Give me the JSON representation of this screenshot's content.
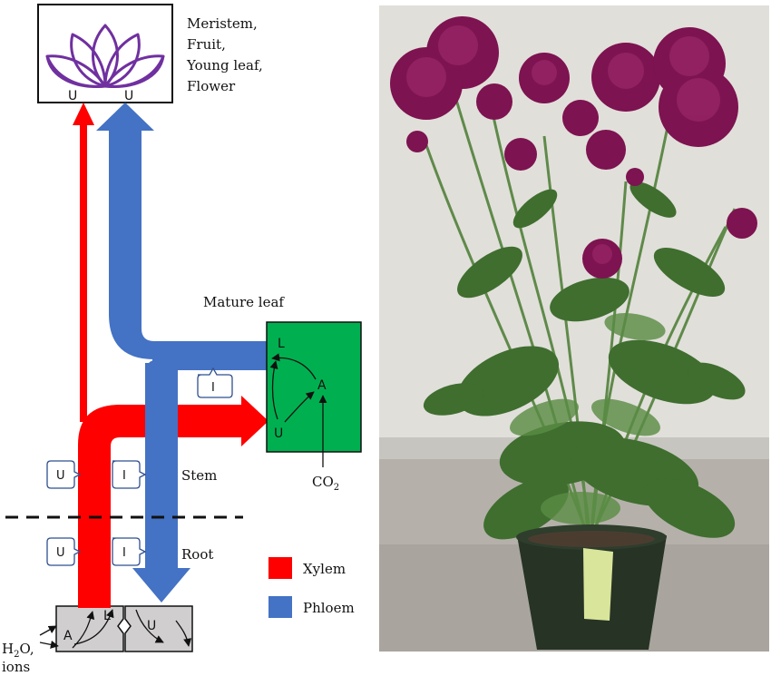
{
  "diagram": {
    "sink_labels": [
      "Meristem,",
      "Fruit,",
      "Young leaf,",
      "Flower"
    ],
    "mature_leaf_label": "Mature leaf",
    "stem_label": "Stem",
    "root_label": "Root",
    "co2_label": "CO",
    "co2_subscript": "2",
    "water_ions_line1": "H",
    "water_ions_sub": "2",
    "water_ions_line1_rest": "O,",
    "water_ions_line2": "ions",
    "legend": [
      {
        "label": "Xylem",
        "color": "#ff0000"
      },
      {
        "label": "Phloem",
        "color": "#4472c4"
      }
    ],
    "node_labels": {
      "U": "U",
      "L": "L",
      "A": "A",
      "I": "I"
    },
    "colors": {
      "xylem": "#ff0000",
      "phloem": "#4472c4",
      "mature_leaf": "#00b050",
      "root_cell": "#d0cece",
      "flower": "#7030a0"
    }
  }
}
